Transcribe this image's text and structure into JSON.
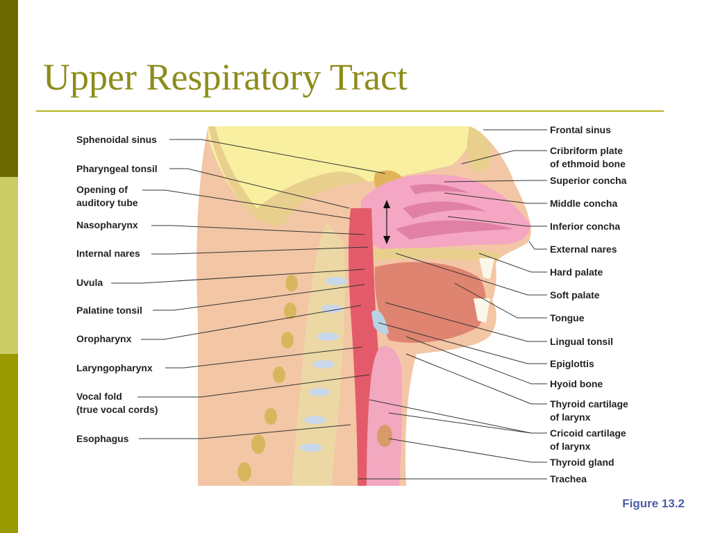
{
  "slide": {
    "title": "Upper Respiratory Tract",
    "figure_ref": "Figure 13.2"
  },
  "colors": {
    "sidebar_dark": "#6b6b00",
    "sidebar_light": "#cccc66",
    "sidebar_mid": "#999900",
    "title": "#8c8c1a",
    "figure_ref": "#4a5ea8"
  },
  "labels_left": [
    "Sphenoidal sinus",
    "Pharyngeal tonsil",
    "Opening of auditory tube",
    "Nasopharynx",
    "Internal nares",
    "Uvula",
    "Palatine tonsil",
    "Oropharynx",
    "Laryngopharynx",
    "Vocal fold (true vocal cords)",
    "Esophagus"
  ],
  "labels_right": [
    "Frontal sinus",
    "Cribriform plate of ethmoid bone",
    "Superior concha",
    "Middle concha",
    "Inferior concha",
    "External nares",
    "Hard palate",
    "Soft palate",
    "Tongue",
    "Lingual tonsil",
    "Epiglottis",
    "Hyoid bone",
    "Thyroid cartilage of larynx",
    "Cricoid cartilage of larynx",
    "Thyroid gland",
    "Trachea"
  ],
  "text": {
    "l0": "Sphenoidal sinus",
    "l1": "Pharyngeal tonsil",
    "l2a": "Opening of",
    "l2b": "auditory tube",
    "l3": "Nasopharynx",
    "l4": "Internal nares",
    "l5": "Uvula",
    "l6": "Palatine tonsil",
    "l7": "Oropharynx",
    "l8": "Laryngopharynx",
    "l9a": "Vocal fold",
    "l9b": "(true vocal cords)",
    "l10": "Esophagus",
    "r0": "Frontal sinus",
    "r1a": "Cribriform plate",
    "r1b": "of ethmoid bone",
    "r2": "Superior concha",
    "r3": "Middle concha",
    "r4": "Inferior concha",
    "r5": "External nares",
    "r6": "Hard palate",
    "r7": "Soft palate",
    "r8": "Tongue",
    "r9": "Lingual tonsil",
    "r10": "Epiglottis",
    "r11": "Hyoid bone",
    "r12a": "Thyroid cartilage",
    "r12b": "of larynx",
    "r13a": "Cricoid cartilage",
    "r13b": "of larynx",
    "r14": "Thyroid gland",
    "r15": "Trachea"
  }
}
